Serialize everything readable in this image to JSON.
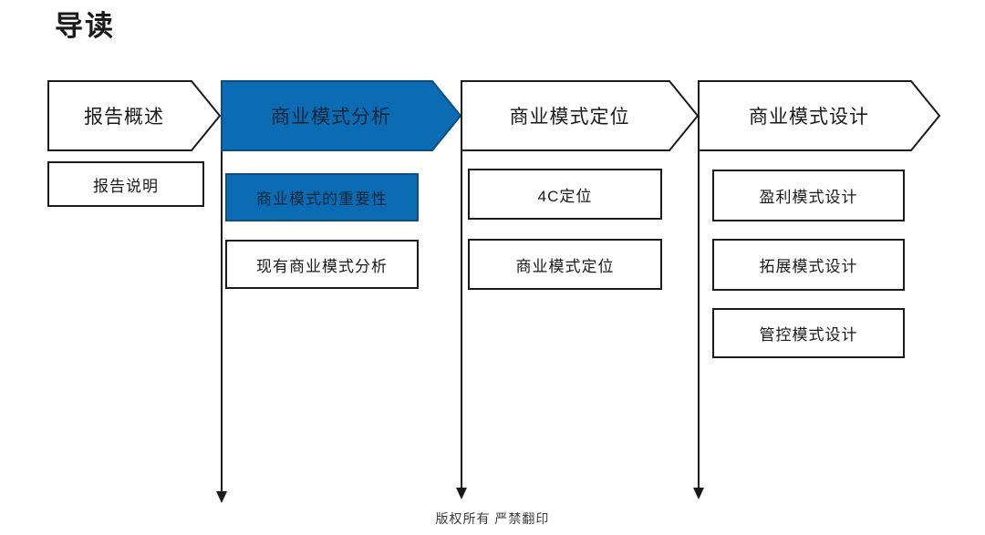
{
  "slide": {
    "title": "导读",
    "footer": "版权所有  严禁翻印",
    "accent_color": "#0b6cb4",
    "line_color": "#1a1a1a",
    "background": "#ffffff"
  },
  "flow": {
    "type": "chevron-process",
    "stages": [
      {
        "label": "报告概述",
        "active": false,
        "items": [
          {
            "label": "报告说明",
            "highlight": false
          }
        ]
      },
      {
        "label": "商业模式分析",
        "active": true,
        "items": [
          {
            "label": "商业模式的重要性",
            "highlight": true
          },
          {
            "label": "现有商业模式分析",
            "highlight": false
          }
        ]
      },
      {
        "label": "商业模式定位",
        "active": false,
        "items": [
          {
            "label": "4C定位",
            "highlight": false
          },
          {
            "label": "商业模式定位",
            "highlight": false
          }
        ]
      },
      {
        "label": "商业模式设计",
        "active": false,
        "items": [
          {
            "label": "盈利模式设计",
            "highlight": false
          },
          {
            "label": "拓展模式设计",
            "highlight": false
          },
          {
            "label": "管控模式设计",
            "highlight": false
          }
        ]
      }
    ]
  }
}
